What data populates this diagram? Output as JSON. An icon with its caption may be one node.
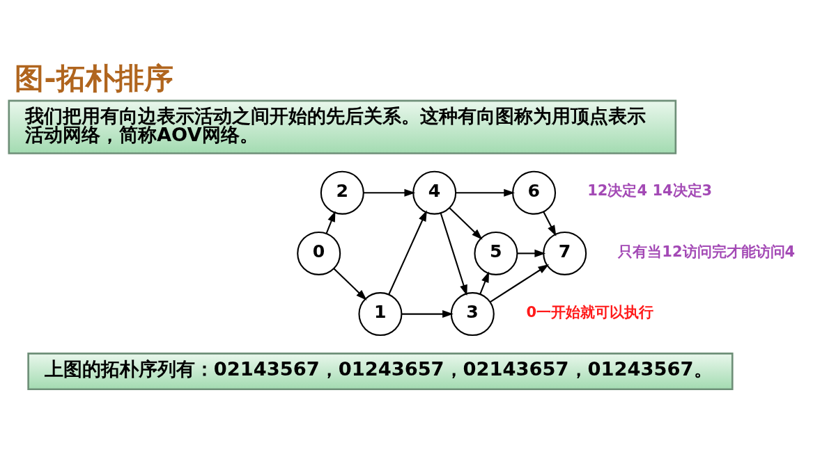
{
  "diagram": {
    "title": "图-拓朴排序",
    "nodes": [
      {
        "text": [
          "我们把用有向边表示活动之间开始的先后关系。这种有向图称为用顶点表示活动网络，简称AOV网络。"
        ]
      },
      {
        "text": [
          "0"
        ]
      },
      {
        "text": [
          "1"
        ]
      },
      {
        "text": [
          "2"
        ]
      },
      {
        "text": [
          "3"
        ]
      },
      {
        "text": [
          "4"
        ]
      },
      {
        "text": [
          "5"
        ]
      },
      {
        "text": [
          "6"
        ]
      },
      {
        "text": [
          "7"
        ]
      },
      {
        "text": [
          "上图的拓朴序列有：02143567，01243657，02143657，01243567。"
        ]
      }
    ],
    "edges": [
      {
        "from": 1,
        "to": 3,
        "arrow": "to"
      },
      {
        "from": 1,
        "to": 2,
        "arrow": "to"
      },
      {
        "from": 3,
        "to": 5,
        "arrow": "to"
      },
      {
        "from": 2,
        "to": 5,
        "arrow": "to"
      },
      {
        "from": 2,
        "to": 4,
        "arrow": "to"
      },
      {
        "from": 5,
        "to": 7,
        "arrow": "to"
      },
      {
        "from": 5,
        "to": 6,
        "arrow": "to"
      },
      {
        "from": 5,
        "to": 4,
        "arrow": "to"
      },
      {
        "from": 4,
        "to": 6,
        "arrow": "to"
      },
      {
        "from": 4,
        "to": 8,
        "arrow": "to"
      },
      {
        "from": 7,
        "to": 8,
        "arrow": "to"
      },
      {
        "from": 6,
        "to": 8,
        "arrow": "to"
      }
    ],
    "labels": [
      "12决定4 14决定3",
      "只有当12访问完才能访问4",
      "0一开始就可以执行"
    ]
  }
}
